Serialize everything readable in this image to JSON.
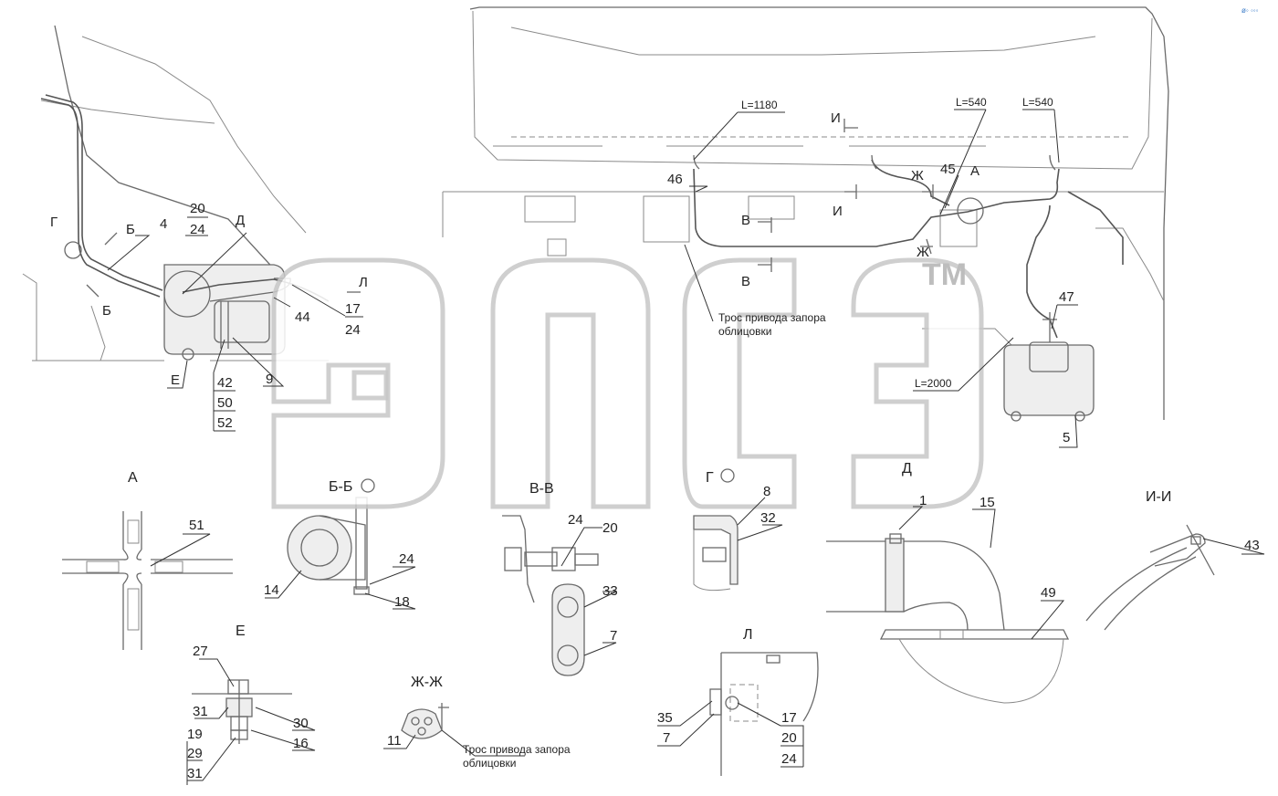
{
  "watermark": {
    "text": "эпсэ",
    "tm": "ТМ"
  },
  "main_view_left": {
    "section_marks": [
      "Г",
      "Б",
      "Б",
      "Д",
      "Е",
      "Л"
    ],
    "positions": [
      "4",
      "20",
      "24",
      "17",
      "24",
      "44",
      "9",
      "42",
      "50",
      "52"
    ]
  },
  "main_view_right": {
    "lengths": [
      "L=1180",
      "L=540",
      "L=540",
      "L=2000"
    ],
    "section_marks": [
      "И",
      "И",
      "Ж",
      "Ж",
      "А",
      "В",
      "В"
    ],
    "positions": [
      "46",
      "45",
      "47",
      "5"
    ],
    "cable_note_line1": "Трос привода запора",
    "cable_note_line2": "облицовки"
  },
  "detail_views": {
    "A": {
      "title": "А",
      "positions": [
        "51"
      ]
    },
    "BB": {
      "title": "Б-Б",
      "positions": [
        "24",
        "14",
        "18"
      ]
    },
    "VV": {
      "title": "В-В",
      "positions": [
        "24",
        "20",
        "33",
        "7"
      ]
    },
    "G": {
      "title": "Г",
      "positions": [
        "8",
        "32"
      ]
    },
    "D": {
      "title": "Д",
      "positions": [
        "1",
        "15",
        "49"
      ]
    },
    "II": {
      "title": "И-И",
      "positions": [
        "43"
      ]
    },
    "E": {
      "title": "Е",
      "positions": [
        "27",
        "31",
        "30",
        "16",
        "19",
        "29",
        "31"
      ]
    },
    "ZhZh": {
      "title": "Ж-Ж",
      "positions": [
        "11"
      ],
      "note_line1": "Трос привода запора",
      "note_line2": "облицовки"
    },
    "L": {
      "title": "Л",
      "positions": [
        "35",
        "7",
        "17",
        "20",
        "24"
      ]
    }
  },
  "corner_mark": "ø◦ ◦◦◦"
}
